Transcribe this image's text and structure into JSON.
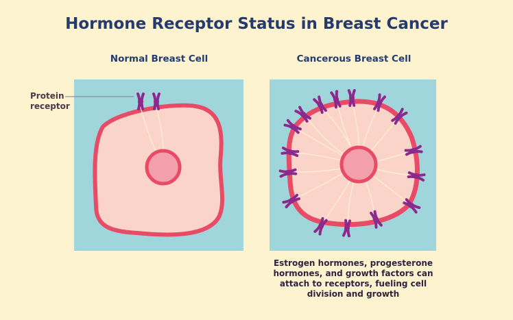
{
  "title": "Hormone Receptor Status in Breast Cancer",
  "normal": {
    "heading": "Normal Breast Cell",
    "label": "Protein receptor"
  },
  "cancer": {
    "heading": "Cancerous Breast Cell",
    "caption": "Estrogen hormones, progesterone hormones, and growth factors can attach to receptors, fueling cell division and growth"
  },
  "colors": {
    "background": "#fdf3cf",
    "panel": "#a0d5dc",
    "cytoplasm": "#fad4c9",
    "membrane": "#e84b65",
    "nucleus": "#f4a0ac",
    "receptor": "#8b2a8c",
    "fiber": "#fff3d0",
    "title": "#253b6e"
  }
}
